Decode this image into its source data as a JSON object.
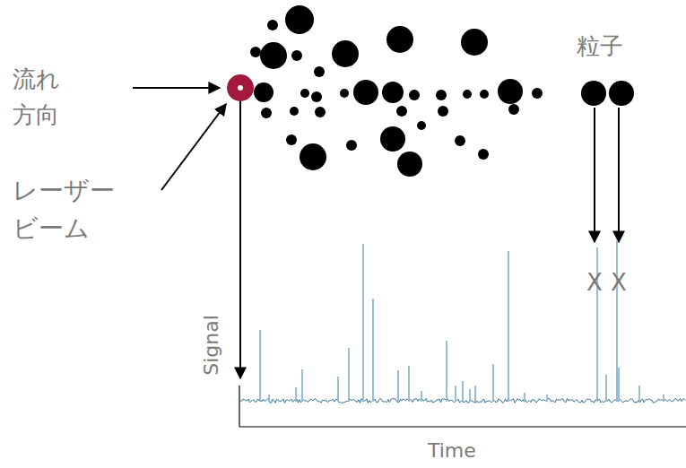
{
  "diagram": {
    "labels": [
      "流れ 方向",
      "レーザー ビーム",
      "粒子",
      "X",
      "X",
      "Signal",
      "Time"
    ]
  }
}
